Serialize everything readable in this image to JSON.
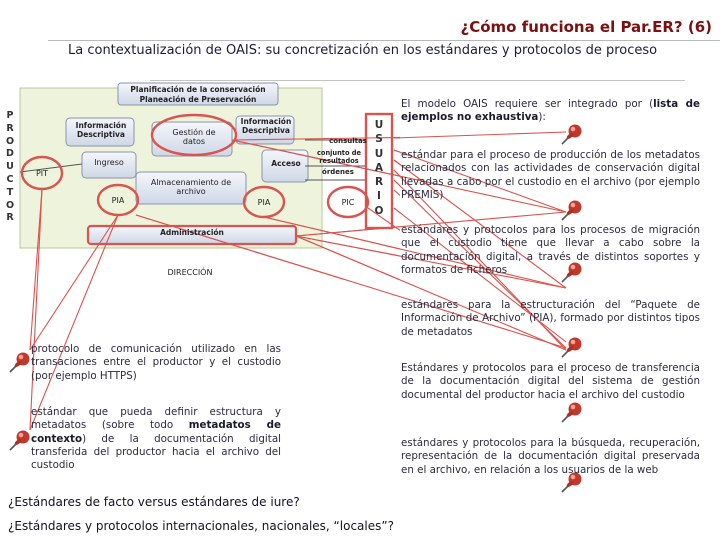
{
  "header": {
    "title": "¿Cómo funciona el Par.ER? (6)",
    "subtitle": "La contextualización de OAIS: su concretización en los estándares y protocolos de proceso"
  },
  "diagram": {
    "producer_letters": [
      "P",
      "R",
      "O",
      "D",
      "U",
      "C",
      "T",
      "O",
      "R"
    ],
    "user_letters": [
      "U",
      "S",
      "U",
      "A",
      "R",
      "I",
      "O"
    ],
    "planning": "Planificación de la conservación",
    "preservation_plan": "Planeación de Preservación",
    "descriptive_info_left": "Información Descriptiva",
    "descriptive_info_right": "Información Descriptiva",
    "data_management": "Gestión de datos",
    "queries": "consultas",
    "result_set": "conjunto de resultados",
    "orders": "órdenes",
    "ingest": "Ingreso",
    "access": "Acceso",
    "archival_storage": "Almacenamiento de archivo",
    "administration": "Administración",
    "management": "DIRECCIÓN",
    "pit": "PIT",
    "pia_left": "PIA",
    "pia_right": "PIA",
    "pic": "PIC"
  },
  "right_column": [
    {
      "parts": [
        {
          "t": "El modelo OAIS requiere ser integrado por (",
          "b": false
        },
        {
          "t": "lista de ejemplos no exhaustiva",
          "b": true
        },
        {
          "t": "):",
          "b": false
        }
      ]
    },
    {
      "parts": [
        {
          "t": "estándar para el proceso de producción de los metadatos relacionados con las actividades de conservación digital  llevadas a cabo por el custodio en el archivo (por ejemplo PREMIS)",
          "b": false
        }
      ]
    },
    {
      "parts": [
        {
          "t": "estándares y protocolos para los procesos de migración que el custodio tiene que llevar a cabo sobre la documentación digital, a través de distintos soportes y formatos de ficheros",
          "b": false
        }
      ]
    },
    {
      "parts": [
        {
          "t": "estándares para la estructuración del “Paquete de Información de Archivo” (PIA), formado por distintos tipos de metadatos",
          "b": false
        }
      ]
    },
    {
      "parts": [
        {
          "t": "Estándares y protocolos para el proceso de transferencia de la documentación digital del sistema de gestión documental del productor hacia el archivo del custodio",
          "b": false
        }
      ]
    },
    {
      "parts": [
        {
          "t": "estándares y protocolos para la búsqueda, recuperación, representación de la documentación digital preservada en el archivo, en relación a los usuarios de la web",
          "b": false
        }
      ]
    }
  ],
  "left_column": [
    {
      "parts": [
        {
          "t": "protocolo de comunicación utilizado en las transaciones entre el productor y el custodio (por ejemplo HTTPS)",
          "b": false
        }
      ]
    },
    {
      "parts": [
        {
          "t": "estándar que pueda definir estructura y metadatos (sobre todo ",
          "b": false
        },
        {
          "t": "metadatos de contexto",
          "b": true
        },
        {
          "t": ") de la documentación digital transferida del productor hacia el archivo del custodio",
          "b": false
        }
      ]
    }
  ],
  "footer": {
    "line1": "¿Estándares de facto versus estándares de iure?",
    "line2": "¿Estándares y protocolos internacionales, nacionales, “locales”?"
  },
  "colors": {
    "title": "#7a1010",
    "diagram_bg": "#eef3dc",
    "ellipse": "#d9534f",
    "box_fill": "#e7ecf5",
    "connector": "#d9534f"
  }
}
